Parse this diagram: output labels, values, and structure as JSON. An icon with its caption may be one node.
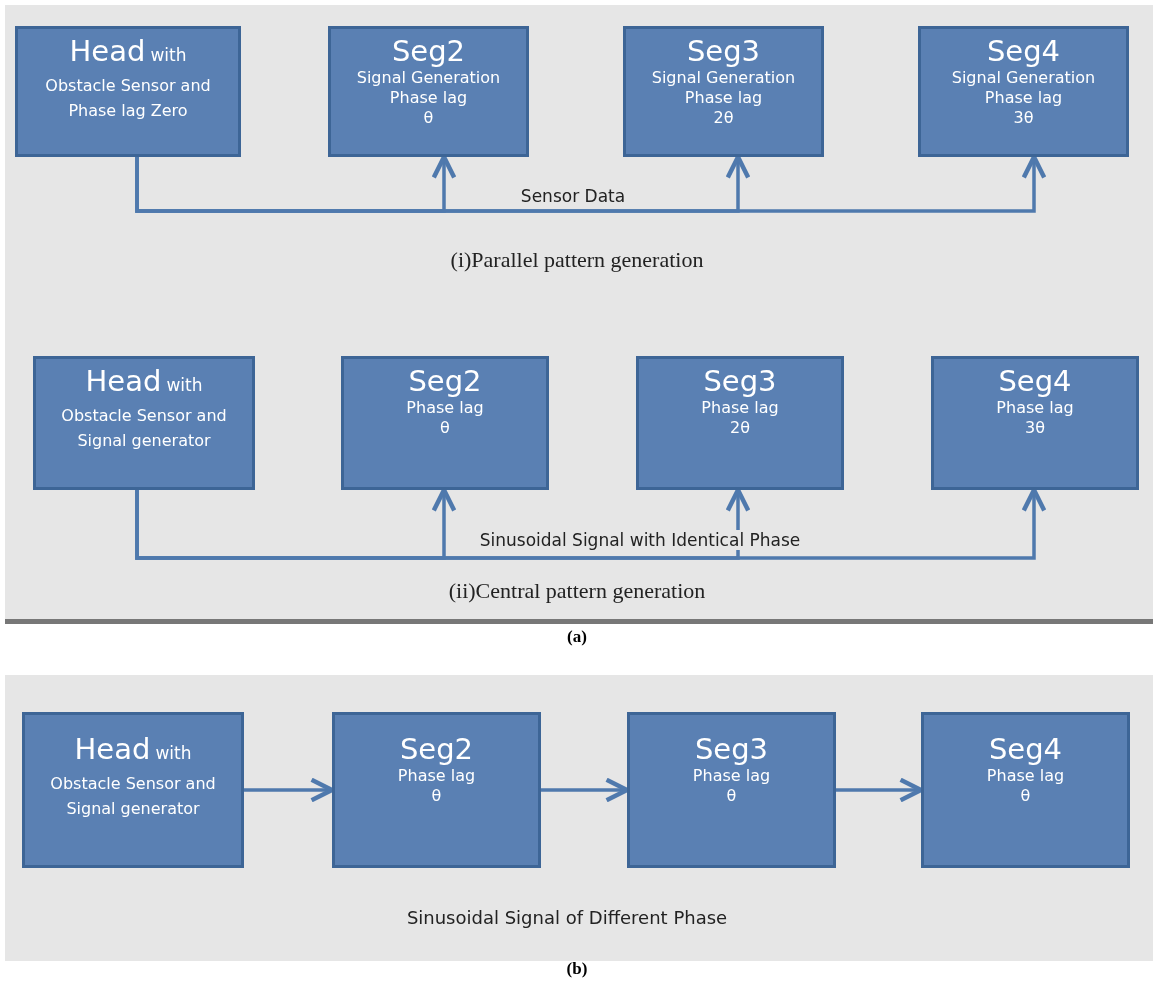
{
  "diagram": {
    "nodes": [
      {
        "text": [
          "Head",
          "with",
          "Obstacle Sensor and Phase lag Zero"
        ]
      },
      {
        "text": [
          "Seg2",
          "Signal Generation",
          "Phase lag",
          "θ"
        ]
      },
      {
        "text": [
          "Seg3",
          "Signal Generation",
          "Phase lag",
          "2θ"
        ]
      },
      {
        "text": [
          "Seg4",
          "Signal Generation",
          "Phase lag",
          "3θ"
        ]
      },
      {
        "text": [
          "Head",
          "with",
          "Obstacle Sensor and Signal generator"
        ]
      },
      {
        "text": [
          "Seg2",
          "Phase lag",
          "θ"
        ]
      },
      {
        "text": [
          "Seg3",
          "Phase lag",
          "2θ"
        ]
      },
      {
        "text": [
          "Seg4",
          "Phase lag",
          "3θ"
        ]
      },
      {
        "text": [
          "Head",
          "with",
          "Obstacle Sensor and Signal generator"
        ]
      },
      {
        "text": [
          "Seg2",
          "Phase lag",
          "θ"
        ]
      },
      {
        "text": [
          "Seg3",
          "Phase lag",
          "θ"
        ]
      },
      {
        "text": [
          "Seg4",
          "Phase lag",
          "θ"
        ]
      }
    ],
    "edges": [
      {
        "from": 0,
        "to": 1,
        "arrow": "to"
      },
      {
        "from": 0,
        "to": 2,
        "arrow": "to",
        "label": "Sensor Data"
      },
      {
        "from": 0,
        "to": 3,
        "arrow": "to"
      },
      {
        "from": 4,
        "to": 5,
        "arrow": "to"
      },
      {
        "from": 4,
        "to": 6,
        "arrow": "to",
        "label": "Sinusoidal Signal with Identical Phase"
      },
      {
        "from": 4,
        "to": 7,
        "arrow": "to"
      },
      {
        "from": 8,
        "to": 9,
        "arrow": "to"
      },
      {
        "from": 9,
        "to": 10,
        "arrow": "to"
      },
      {
        "from": 10,
        "to": 11,
        "arrow": "to"
      }
    ],
    "labels": [
      "(i)Parallel pattern generation",
      "(ii)Central pattern generation",
      "(a)",
      "Sinusoidal Signal of Different Phase",
      "(b)"
    ]
  }
}
